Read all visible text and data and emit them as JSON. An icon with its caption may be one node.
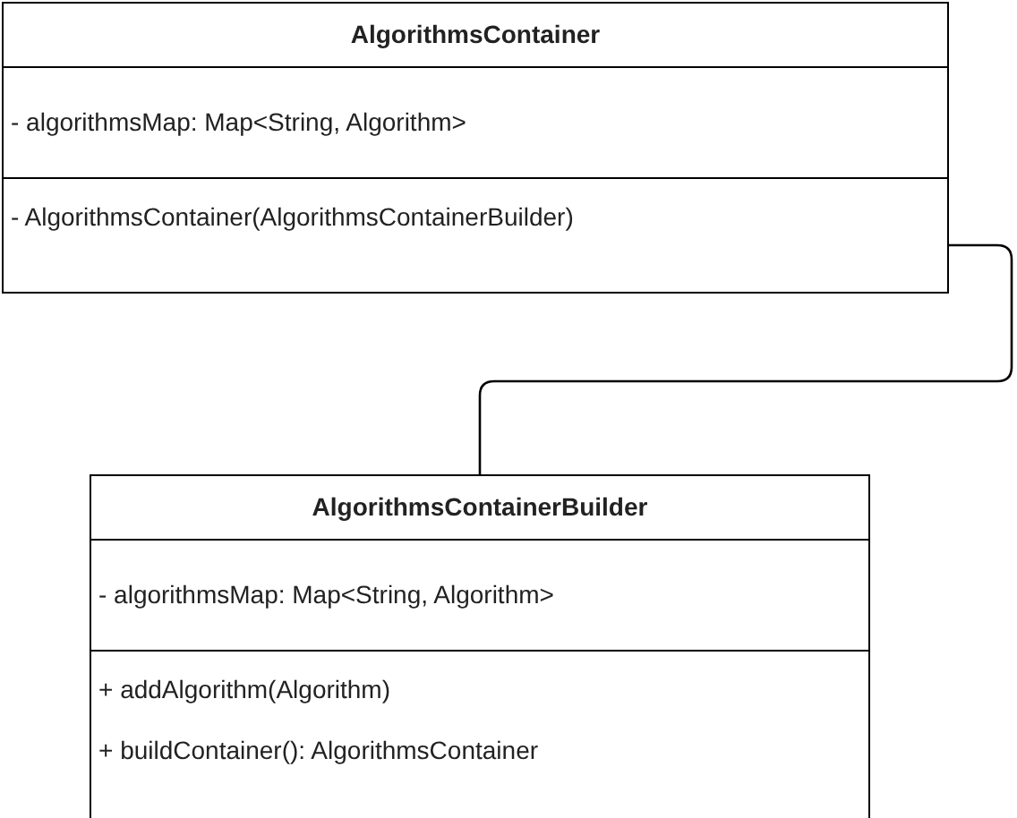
{
  "diagram": {
    "nodes": [
      {
        "text": [
          "AlgorithmsContainer",
          "- algorithmsMap: Map<String, Algorithm>",
          "- AlgorithmsContainer(AlgorithmsContainerBuilder)"
        ]
      },
      {
        "text": [
          "AlgorithmsContainerBuilder",
          "- algorithmsMap: Map<String, Algorithm>",
          "+ addAlgorithm(Algorithm)",
          "+ buildContainer(): AlgorithmsContainer"
        ]
      }
    ],
    "edges": [
      {
        "from": 0,
        "to": 1,
        "arrow": "none"
      }
    ]
  }
}
